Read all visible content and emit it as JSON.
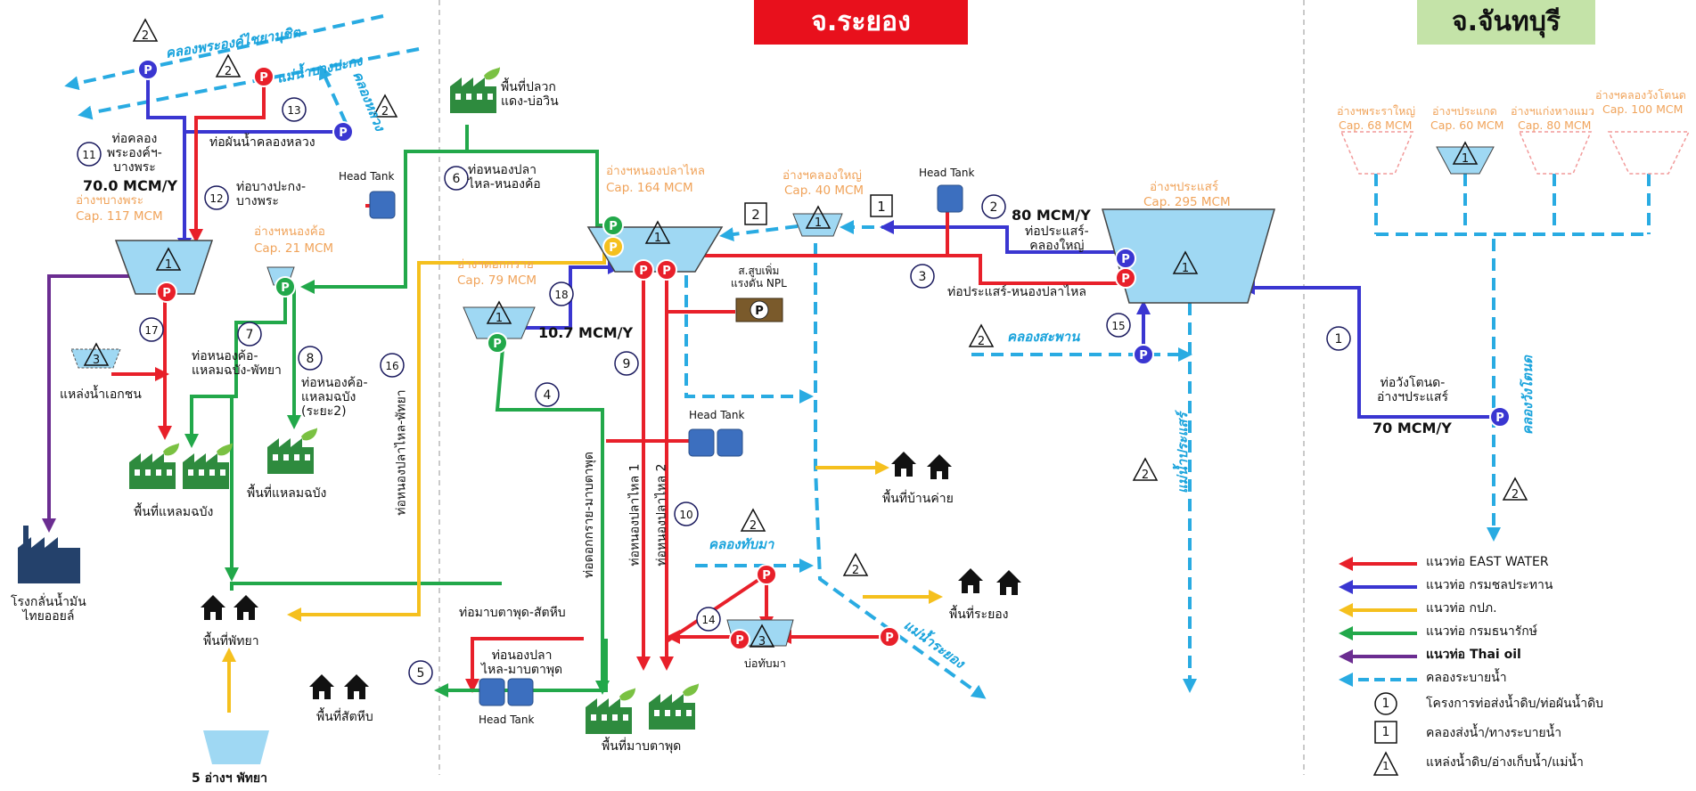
{
  "provinces": {
    "rayong": "จ.ระยอง",
    "chanthaburi": "จ.จันทบุรี"
  },
  "colors": {
    "east_water": "#e8202a",
    "rid": "#3a36d1",
    "pwa": "#f5c01e",
    "dnp": "#22a84a",
    "thai_oil": "#6b2d91",
    "drain": "#29abe2",
    "prov_red": "#e8101c",
    "prov_green": "#c4e3a8",
    "cap": "#f0a35a"
  },
  "reservoirs": {
    "bangphra": {
      "name": "อ่างฯบางพระ",
      "cap": "Cap. 117 MCM"
    },
    "nongkho": {
      "name": "อ่างฯหนองค้อ",
      "cap": "Cap. 21 MCM"
    },
    "nongplalai": {
      "name": "อ่างฯหนองปลาไหล",
      "cap": "Cap. 164 MCM"
    },
    "khlongyai": {
      "name": "อ่างฯคลองใหญ่",
      "cap": "Cap. 40 MCM"
    },
    "prasae": {
      "name": "อ่างฯประแสร์",
      "cap": "Cap. 295 MCM"
    },
    "dokkrai": {
      "name": "อ่างฯดอกกราย",
      "cap": "Cap. 79 MCM"
    },
    "phrayai": {
      "name": "อ่างฯพระราใหญ่",
      "cap": "Cap. 68 MCM"
    },
    "prasaet": {
      "name": "อ่างฯประแกด",
      "cap": "Cap. 60 MCM"
    },
    "kaenghang": {
      "name": "อ่างฯแก่งหางแมว",
      "cap": "Cap. 80 MCM"
    },
    "wangton": {
      "name": "อ่างฯคลองวังโตนด",
      "cap": "Cap. 100 MCM"
    },
    "pattaya": {
      "name": "5 อ่างฯ พัทยา"
    }
  },
  "pipes": {
    "p11": "ท่อคลอง\nพระองค์ฯ-\nบางพระ",
    "p11_flow": "70.0 MCM/Y",
    "p13": "ท่อผันน้ำคลองหลวง",
    "p12": "ท่อบางปะกง-\nบางพระ",
    "p6": "ท่อหนองปลา\nไหล-หนองค้อ",
    "p7": "ท่อหนองค้อ-\nแหลมฉบัง-พัทยา",
    "p8": "ท่อหนองค้อ-\nแหลมฉบัง\n(ระยะ2)",
    "p16": "ท่อหนองปลาไหล-พัทยา",
    "p18_flow": "10.7 MCM/Y",
    "p9a": "ท่อหนองปลาไหล 1",
    "p9b": "ท่อหนองปลาไหล 2",
    "p4": "ท่อดอกกราย-มาบตาพุด",
    "p_mtp": "ท่อมาบตาพุด-สัตหีบ",
    "p5": "ท่อนองปลา\nไหล-มาบตาพุด",
    "p2_flow": "80 MCM/Y",
    "p2": "ท่อประแสร์-\nคลองใหญ่",
    "p3": "ท่อประแสร์-หนองปลาไหล",
    "p1": "ท่อวังโตนด-\nอ่างฯประแสร์",
    "p1_flow": "70 MCM/Y"
  },
  "places": {
    "plaukdaeng": "พื้นที่ปลวก\nแดง-บ่อวิน",
    "laemchabang1": "พื้นที่แหลมฉบัง",
    "laemchabang2": "พื้นที่แหลมฉบัง",
    "thai_oil": "โรงกลั่นน้ำมัน\nไทยออยล์",
    "pattaya": "พื้นที่พัทยา",
    "sattahip": "พื้นที่สัตหีบ",
    "maptaphut": "พื้นที่มาบตาพุด",
    "bankhai": "พื้นที่บ้านค่าย",
    "rayong": "พื้นที่ระยอง",
    "private_source": "แหล่งน้ำเอกชน",
    "npl": "ส.สูบเพิ่ม\nแรงดัน NPL",
    "bothapma": "บ่อทับมา",
    "head_tank": "Head Tank"
  },
  "canals": {
    "phraongchaiyanuchit": "คลองพระองค์ไชยานุชิต",
    "bangpakong": "แม่น้ำบางปะกง",
    "khlongluang": "คลองหลวง",
    "saphan": "คลองสะพาน",
    "thapma": "คลองทับมา",
    "rayong_river": "แม่น้ำระยอง",
    "prasae_river": "แม่น้ำประแสร์",
    "wangton_canal": "คลองวังโตนด"
  },
  "markers": {
    "tri2": "2",
    "tri1": "1",
    "tri3": "3",
    "sq1": "1",
    "sq2": "2",
    "pump": "P"
  },
  "circle_numbers": [
    "1",
    "2",
    "3",
    "4",
    "5",
    "6",
    "7",
    "8",
    "9",
    "10",
    "11",
    "12",
    "13",
    "14",
    "15",
    "16",
    "17",
    "18"
  ],
  "legend": {
    "items": [
      {
        "label": "แนวท่อ EAST WATER",
        "color": "#e8202a"
      },
      {
        "label": "แนวท่อ กรมชลประทาน",
        "color": "#3a36d1"
      },
      {
        "label": "แนวท่อ กปภ.",
        "color": "#f5c01e"
      },
      {
        "label": "แนวท่อ กรมธนารักษ์",
        "color": "#22a84a"
      },
      {
        "label": "แนวท่อ Thai oil",
        "color": "#6b2d91"
      },
      {
        "label": "คลองระบายน้ำ",
        "color": "#29abe2"
      }
    ],
    "sym_circle": "1",
    "sym_square": "1",
    "sym_triangle": "1",
    "circle_label": "โครงการท่อส่งน้ำดิบ/ท่อผันน้ำดิบ",
    "square_label": "คลองส่งน้ำ/ทางระบายน้ำ",
    "triangle_label": "แหล่งน้ำดิบ/อ่างเก็บน้ำ/แม่น้ำ"
  }
}
